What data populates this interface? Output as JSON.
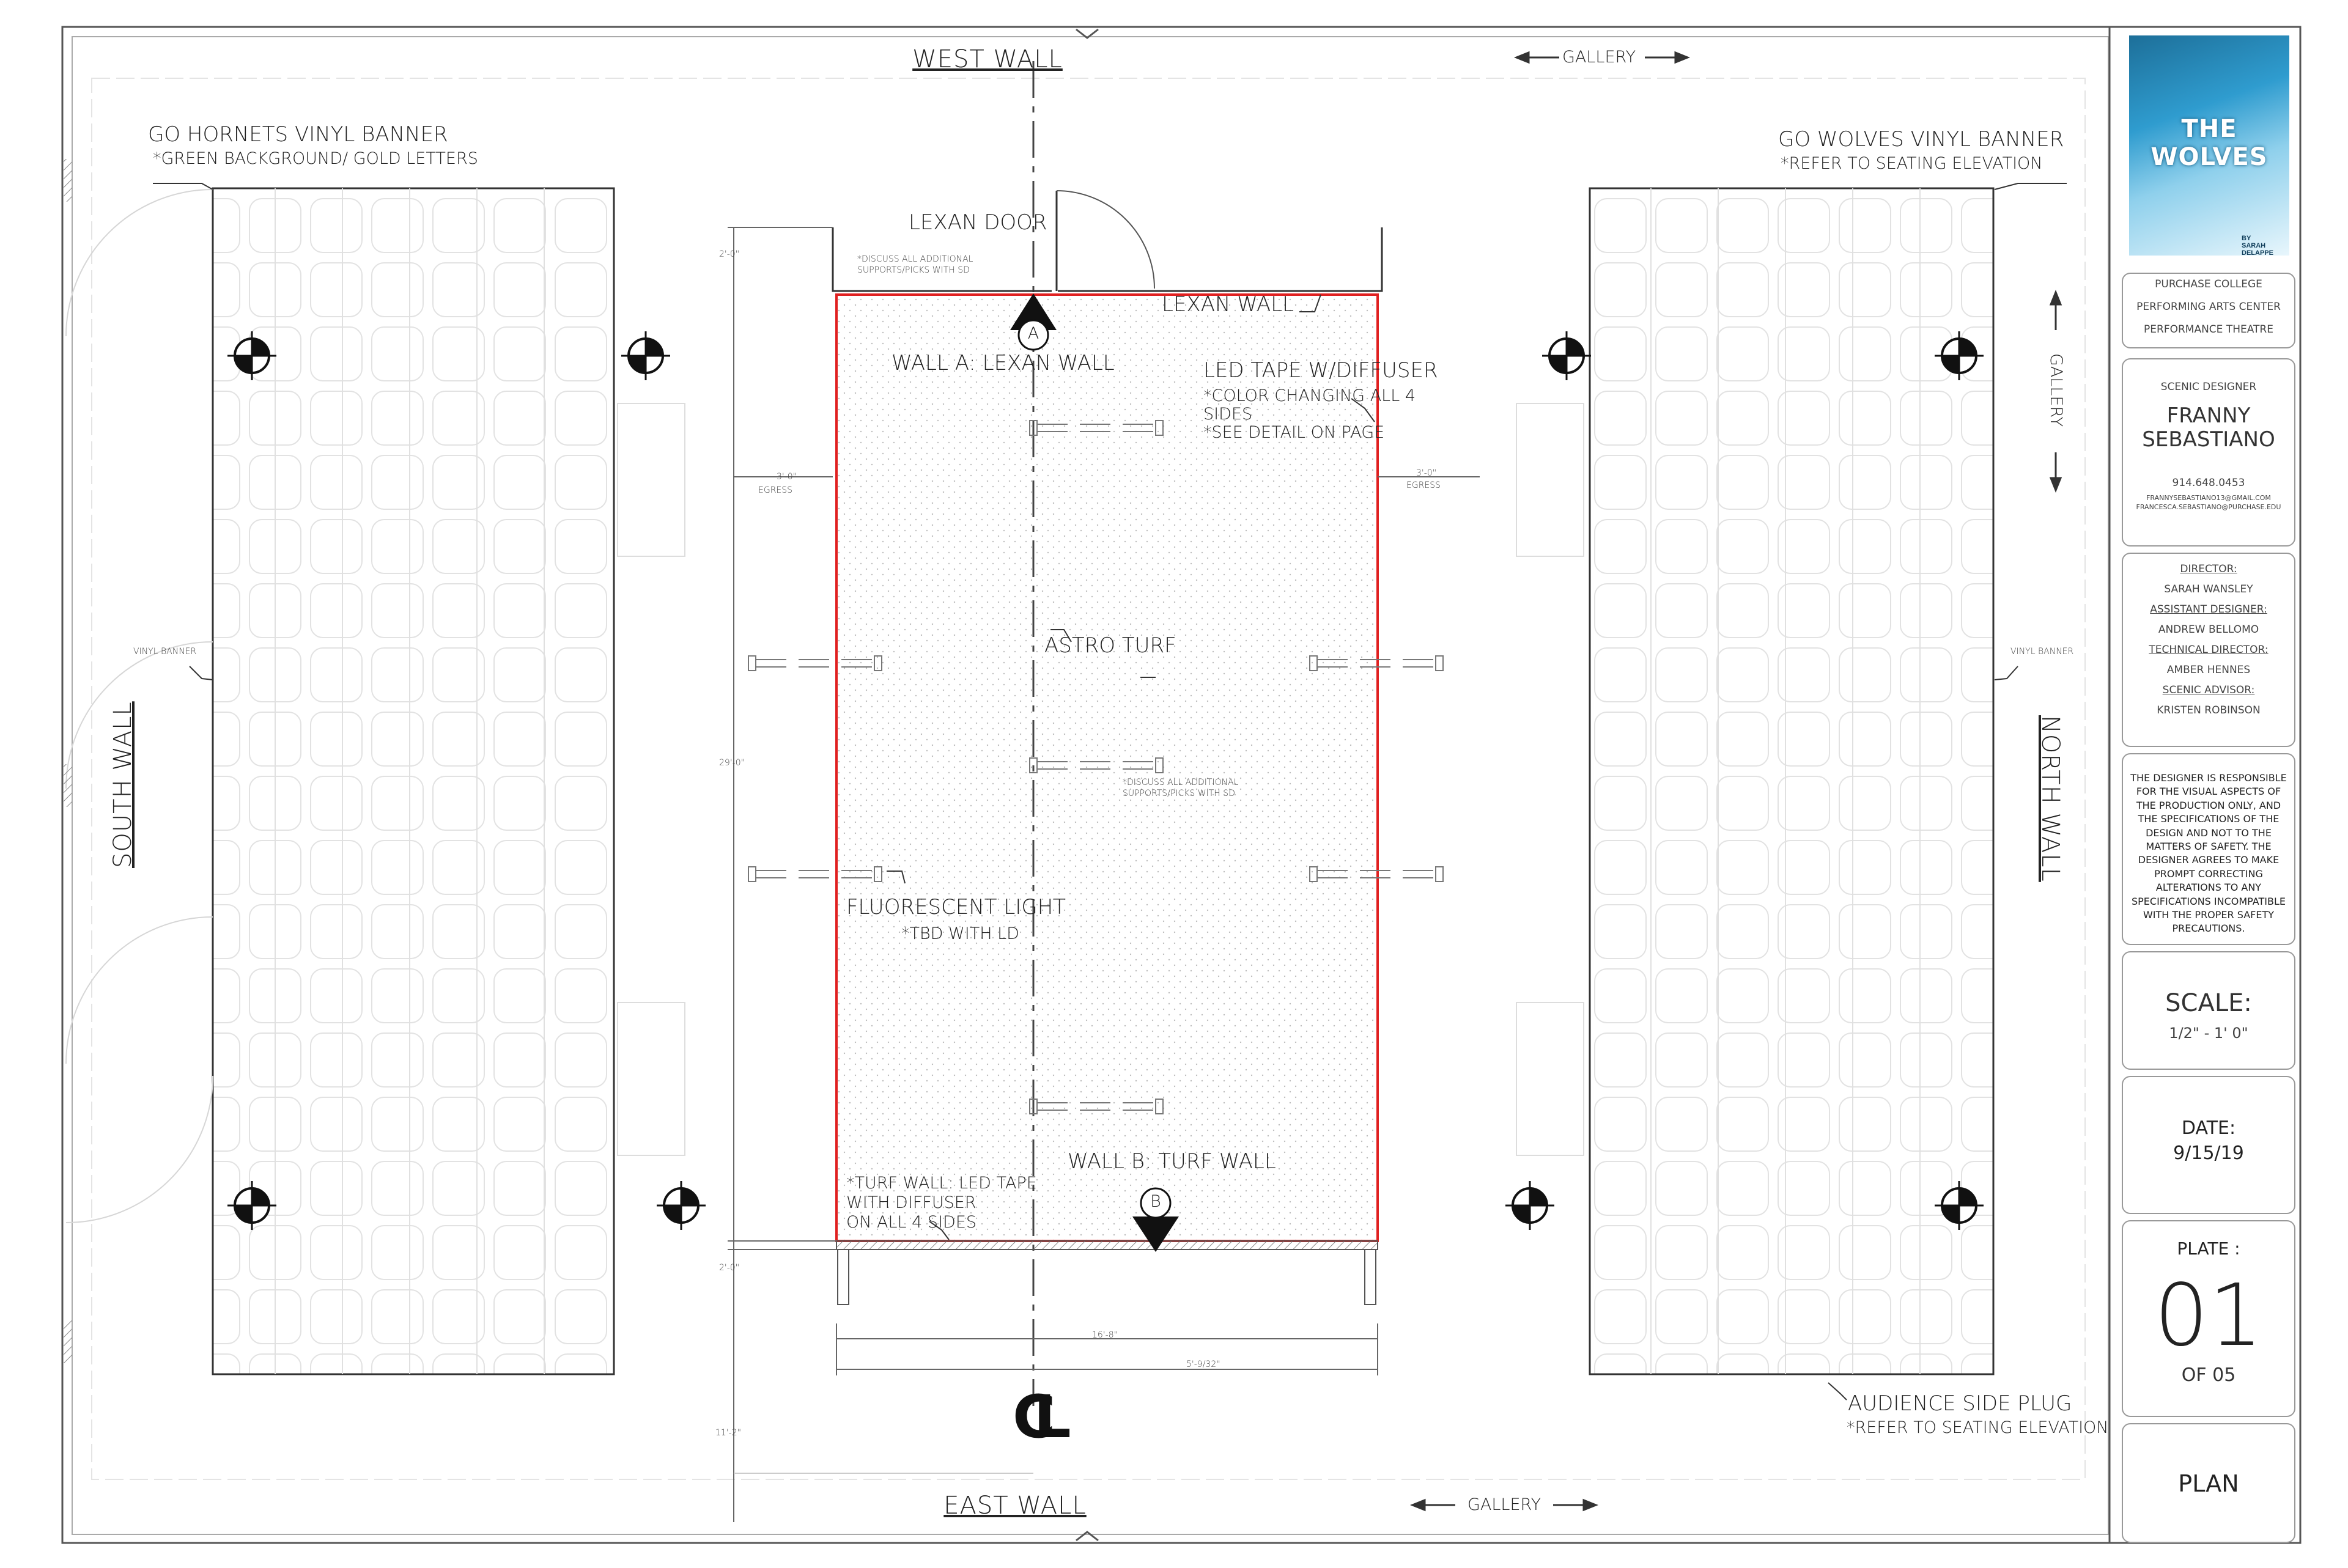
{
  "walls": {
    "west": "WEST WALL",
    "east": "EAST WALL",
    "south": "SOUTH WALL",
    "north": "NORTH WALL"
  },
  "gallery": {
    "top": "GALLERY",
    "bottom": "GALLERY",
    "right": "GALLERY"
  },
  "banners": {
    "left_title": "GO HORNETS VINYL BANNER",
    "left_note": "*GREEN BACKGROUND/ GOLD LETTERS",
    "right_title": "GO WOLVES VINYL BANNER",
    "right_note": "*REFER TO SEATING ELEVATION",
    "vinyl_left": "VINYL BANNER",
    "vinyl_right": "VINYL BANNER"
  },
  "callouts": {
    "lexan_door": "LEXAN DOOR",
    "discuss_top": "*DISCUSS ALL ADDITIONAL SUPPORTS/PICKS WITH SD",
    "lexan_wall": "LEXAN WALL",
    "wall_a": "WALL A: LEXAN WALL",
    "led_title": "LED TAPE W/DIFFUSER",
    "led_line1": "*COLOR CHANGING ALL 4",
    "led_line2": "SIDES",
    "led_line3": "*SEE DETAIL ON PAGE",
    "astro_turf": "ASTRO TURF",
    "discuss_mid": "*DISCUSS ALL ADDITIONAL SUPPORTS/PICKS WITH SD",
    "fluorescent": "FLUORESCENT LIGHT",
    "tbd": "*TBD WITH LD",
    "wall_b": "WALL B: TURF WALL",
    "turf_line1": "*TURF WALL: LED TAPE",
    "turf_line2": "WITH DIFFUSER",
    "turf_line3": "ON ALL 4 SIDES",
    "audience_plug": "AUDIENCE SIDE PLUG",
    "audience_note": "*REFER TO SEATING ELEVATION",
    "marker_a": "A",
    "marker_b": "B",
    "centerline": "CL"
  },
  "dimensions": {
    "top_gap": "2'-0\"",
    "left_egress_val": "3'-0\"",
    "left_egress": "EGRESS",
    "right_egress_val": "3'-0\"",
    "right_egress": "EGRESS",
    "depth": "29'-0\"",
    "bottom_gap": "2'-0\"",
    "width": "16'-8\"",
    "half_width": "5'-9/32\"",
    "lower_depth": "11'-2\""
  },
  "title_block": {
    "poster_title": "THE WOLVES",
    "poster_by": "BY SARAH DELAPPE",
    "venue": [
      "PURCHASE COLLEGE",
      "PERFORMING ARTS CENTER",
      "PERFORMANCE THEATRE"
    ],
    "designer_role": "SCENIC DESIGNER",
    "designer_first": "FRANNY",
    "designer_last": "SEBASTIANO",
    "phone": "914.648.0453",
    "email1": "FRANNYSEBASTIANO13@GMAIL.COM",
    "email2": "FRANCESCA.SEBASTIANO@PURCHASE.EDU",
    "credits": [
      {
        "role": "DIRECTOR:",
        "name": "SARAH WANSLEY"
      },
      {
        "role": "ASSISTANT DESIGNER:",
        "name": "ANDREW BELLOMO"
      },
      {
        "role": "TECHNICAL DIRECTOR:",
        "name": "AMBER HENNES"
      },
      {
        "role": "SCENIC ADVISOR:",
        "name": "KRISTEN ROBINSON"
      }
    ],
    "disclaimer": "THE DESIGNER IS RESPONSIBLE FOR THE VISUAL ASPECTS OF THE PRODUCTION ONLY, AND THE SPECIFICATIONS OF THE DESIGN AND NOT TO THE MATTERS OF SAFETY. THE DESIGNER AGREES TO MAKE PROMPT CORRECTING ALTERATIONS TO ANY SPECIFICATIONS INCOMPATIBLE WITH THE PROPER SAFETY PRECAUTIONS.",
    "scale_label": "SCALE:",
    "scale_value": "1/2\" - 1' 0\"",
    "date_label": "DATE:",
    "date_value": "9/15/19",
    "plate_label": "PLATE :",
    "plate_number": "01",
    "plate_of": "OF 05",
    "sheet_name": "PLAN"
  },
  "colors": {
    "stage_outline": "#e02020",
    "line": "#333333",
    "faint": "#cfcfcf",
    "poster": "#2f9ccf"
  }
}
